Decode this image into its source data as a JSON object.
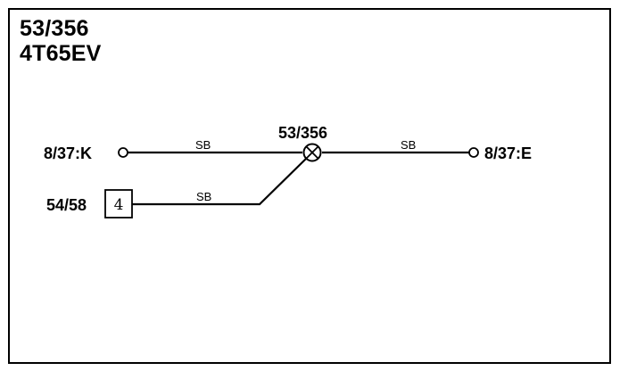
{
  "title": {
    "line1": "53/356",
    "line2": "4T65EV"
  },
  "diagram": {
    "splice": {
      "label": "53/356",
      "icon": "splice-circle-x-icon"
    },
    "connector_left": {
      "label": "8/37:K",
      "icon": "open-terminal-circle-icon"
    },
    "connector_right": {
      "label": "8/37:E",
      "icon": "open-terminal-circle-icon"
    },
    "component": {
      "label": "54/58",
      "pin": "4"
    },
    "wires": {
      "top_left_color": "SB",
      "top_right_color": "SB",
      "bottom_color": "SB"
    }
  },
  "colors": {
    "line": "#000000",
    "background": "#ffffff"
  }
}
